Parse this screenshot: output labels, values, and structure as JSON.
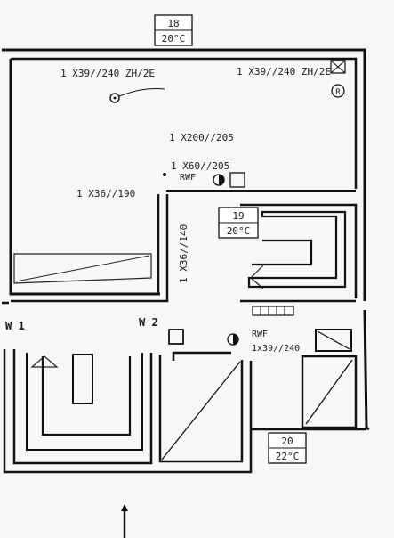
{
  "rooms": [
    {
      "number": "18",
      "temperature": "20°C"
    },
    {
      "number": "19",
      "temperature": "20°C"
    },
    {
      "number": "20",
      "temperature": "22°C"
    }
  ],
  "labels": {
    "radiator_top_left": "1 X39//240 ZH/2E",
    "radiator_top_right": "1 X39//240 ZH/2E",
    "radiator_center": "1 X200//205",
    "radiator_small": "1 X60//205",
    "radiator_left": "1 X36//190",
    "radiator_corridor": "1 X36//140",
    "radiator_lower": "1x39//240",
    "rwf_upper": "RWF",
    "rwf_lower": "RWF",
    "window_1": "W 1",
    "window_2": "W 2"
  },
  "icons": [
    "crossed-box-icon",
    "r-circle-icon",
    "thermostat-icon",
    "valve-icon"
  ]
}
